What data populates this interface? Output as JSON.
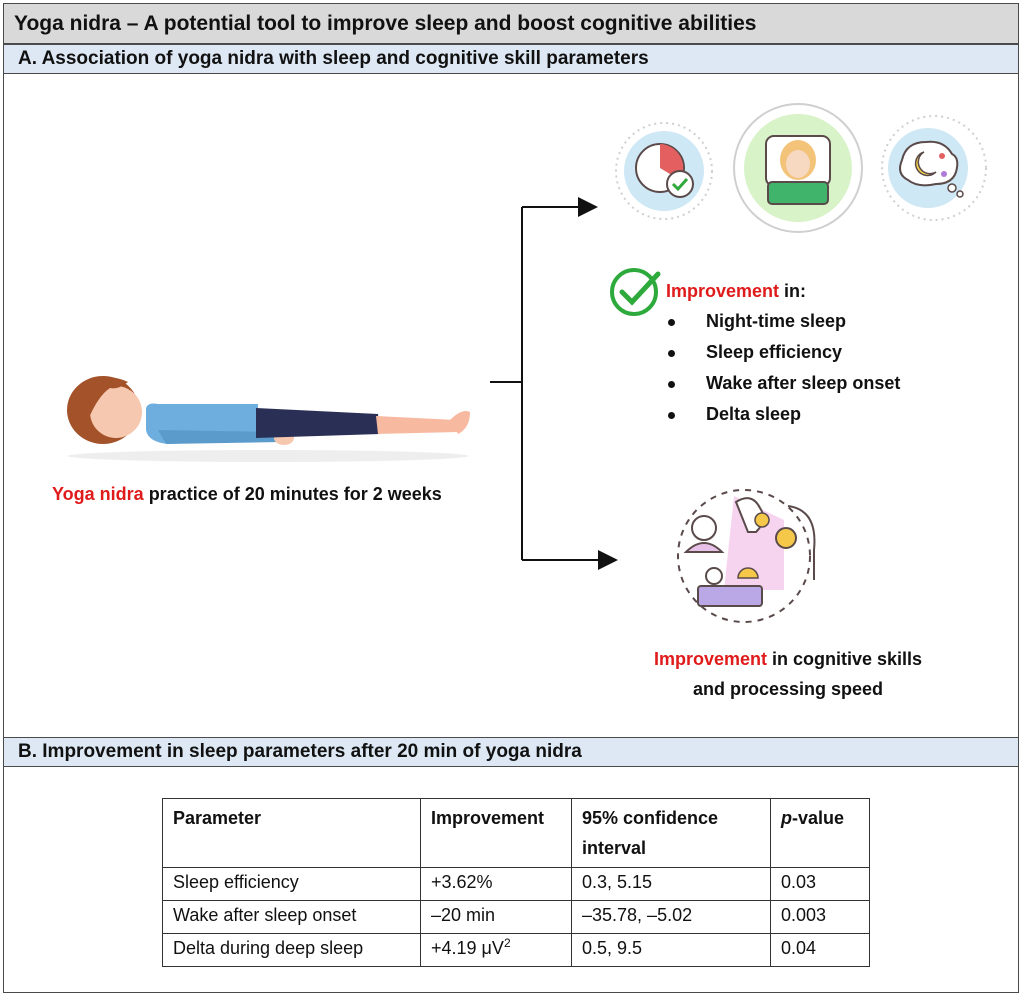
{
  "title": "Yoga nidra – A potential tool to improve sleep and boost cognitive abilities",
  "section_a": {
    "heading": "A.  Association of yoga nidra with sleep and cognitive skill parameters",
    "practice": {
      "highlight": "Yoga nidra",
      "rest": " practice of 20 minutes for 2 weeks"
    },
    "sleep_improvement": {
      "highlight": "Improvement",
      "rest": " in:",
      "items": [
        "Night-time sleep",
        "Sleep efficiency",
        "Wake after sleep onset",
        "Delta sleep"
      ]
    },
    "cognitive_improvement": {
      "highlight": "Improvement",
      "line1_rest": " in cognitive skills",
      "line2": "and processing speed"
    },
    "icons": [
      "person-lying-icon",
      "sleep-clock-icon",
      "sleeping-person-icon",
      "moon-stars-icon",
      "check-circle-icon",
      "cognitive-skills-icon"
    ],
    "colors": {
      "highlight": "#e01b1b",
      "check": "#2eaa3c"
    }
  },
  "section_b": {
    "heading": "B.  Improvement in sleep parameters after 20 min of yoga nidra",
    "table": {
      "headers": {
        "parameter": "Parameter",
        "improvement": "Improvement",
        "ci_line1": "95% confidence",
        "ci_line2": "interval",
        "p_italic": "p",
        "p_rest": "-value"
      },
      "rows": [
        {
          "parameter": "Sleep efficiency",
          "improvement": "+3.62%",
          "ci": "0.3, 5.15",
          "p": "0.03"
        },
        {
          "parameter": "Wake after sleep onset",
          "improvement": "–20 min",
          "ci": "–35.78, –5.02",
          "p": "0.003"
        },
        {
          "parameter": "Delta during deep sleep",
          "improvement": "+4.19 μV",
          "improvement_sup": "2",
          "ci": "0.5, 9.5",
          "p": "0.04"
        }
      ]
    }
  }
}
